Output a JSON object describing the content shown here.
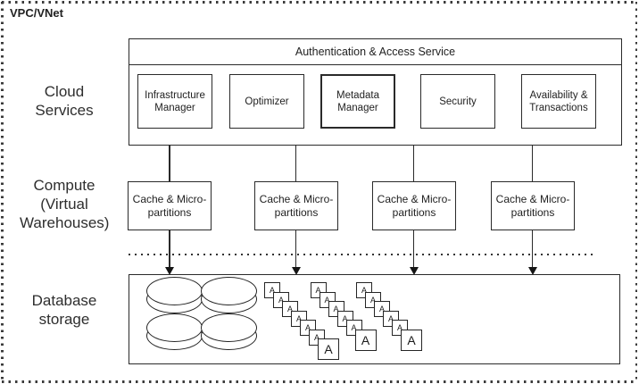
{
  "vpc_label": "VPC/VNet",
  "layers": {
    "cloud_services": "Cloud Services",
    "compute": "Compute (Virtual Warehouses)",
    "database_storage": "Database storage"
  },
  "cloud_services": {
    "header": "Authentication & Access Service",
    "services": [
      {
        "label": "Infrastructure Manager"
      },
      {
        "label": "Optimizer"
      },
      {
        "label": "Metadata Manager",
        "emphasized": true
      },
      {
        "label": "Security"
      },
      {
        "label": "Availability & Transactions"
      }
    ]
  },
  "compute": {
    "warehouses": [
      {
        "label": "Cache & Micro-partitions"
      },
      {
        "label": "Cache & Micro-partitions"
      },
      {
        "label": "Cache & Micro-partitions"
      },
      {
        "label": "Cache & Micro-partitions"
      }
    ]
  },
  "storage": {
    "disk_count": 4,
    "file_letter": "A",
    "file_stacks": [
      7,
      6,
      6
    ]
  },
  "colors": {
    "line": "#2a2a2a",
    "text": "#1f1f1f",
    "background": "#ffffff"
  }
}
